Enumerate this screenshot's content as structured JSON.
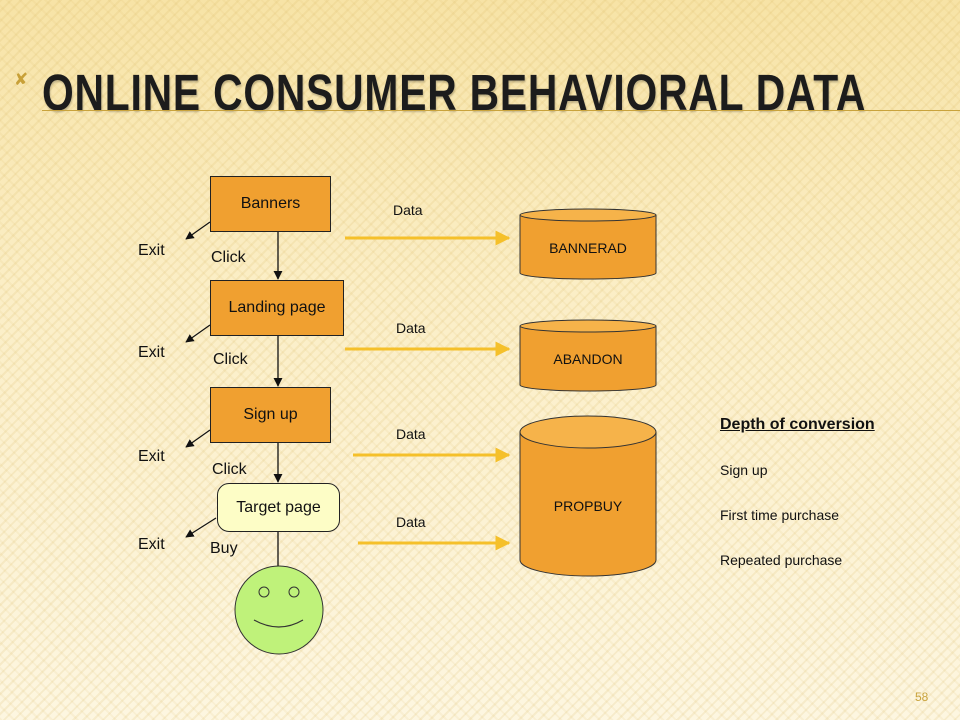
{
  "slide": {
    "title": "ONLINE CONSUMER BEHAVIORAL DATA",
    "page_number": "58",
    "bullet": "✘"
  },
  "funnel": {
    "stages": [
      "Banners",
      "Landing page",
      "Sign up",
      "Target page"
    ],
    "actions": [
      "Click",
      "Click",
      "Click",
      "Buy"
    ],
    "exit_label": "Exit"
  },
  "data_flow": {
    "label": "Data",
    "databases": [
      "BANNERAD",
      "ABANDON",
      "PROPBUY"
    ]
  },
  "depth": {
    "title": "Depth of conversion",
    "items": [
      "Sign up",
      "First time purchase",
      "Repeated purchase"
    ]
  },
  "colors": {
    "stage_fill": "#f0a030",
    "target_fill": "#fdfdc6",
    "arrow": "#f5c02a",
    "smiley": "#bff27a",
    "accent": "#c9a33c"
  }
}
